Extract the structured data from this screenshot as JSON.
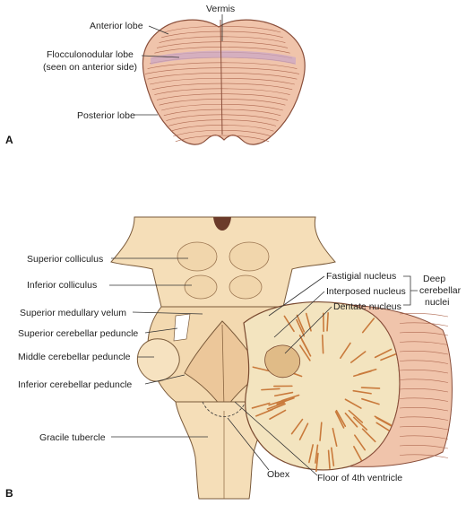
{
  "panel_a": {
    "letter": "A",
    "labels": {
      "vermis": "Vermis",
      "anterior_lobe": "Anterior lobe",
      "flocculonodular_lobe_line1": "Flocculonodular lobe",
      "flocculonodular_lobe_line2": "(seen on anterior side)",
      "posterior_lobe": "Posterior lobe"
    }
  },
  "panel_b": {
    "letter": "B",
    "labels": {
      "superior_colliculus": "Superior colliculus",
      "inferior_colliculus": "Inferior colliculus",
      "superior_medullary_velum": "Superior medullary velum",
      "superior_cerebellar_peduncle": "Superior cerebellar peduncle",
      "middle_cerebellar_peduncle": "Middle cerebellar peduncle",
      "inferior_cerebellar_peduncle": "Inferior cerebellar peduncle",
      "gracile_tubercle": "Gracile tubercle",
      "obex": "Obex",
      "floor_4th_ventricle": "Floor of 4th ventricle",
      "fastigial_nucleus": "Fastigial nucleus",
      "interposed_nucleus": "Interposed nucleus",
      "dentate_nucleus": "Dentate nucleus",
      "deep_nuclei_line1": "Deep",
      "deep_nuclei_line2": "cerebellar",
      "deep_nuclei_line3": "nuclei"
    }
  },
  "colors": {
    "cerebellum": "#f0c4ab",
    "cerebellum_line": "#b06a52",
    "brainstem": "#f5deb8",
    "brainstem_shade": "#e6c496",
    "flocculus_band": "#c9a6c8",
    "white_matter": "#f3e4bf",
    "cortex_dots": "#c97a3c"
  }
}
